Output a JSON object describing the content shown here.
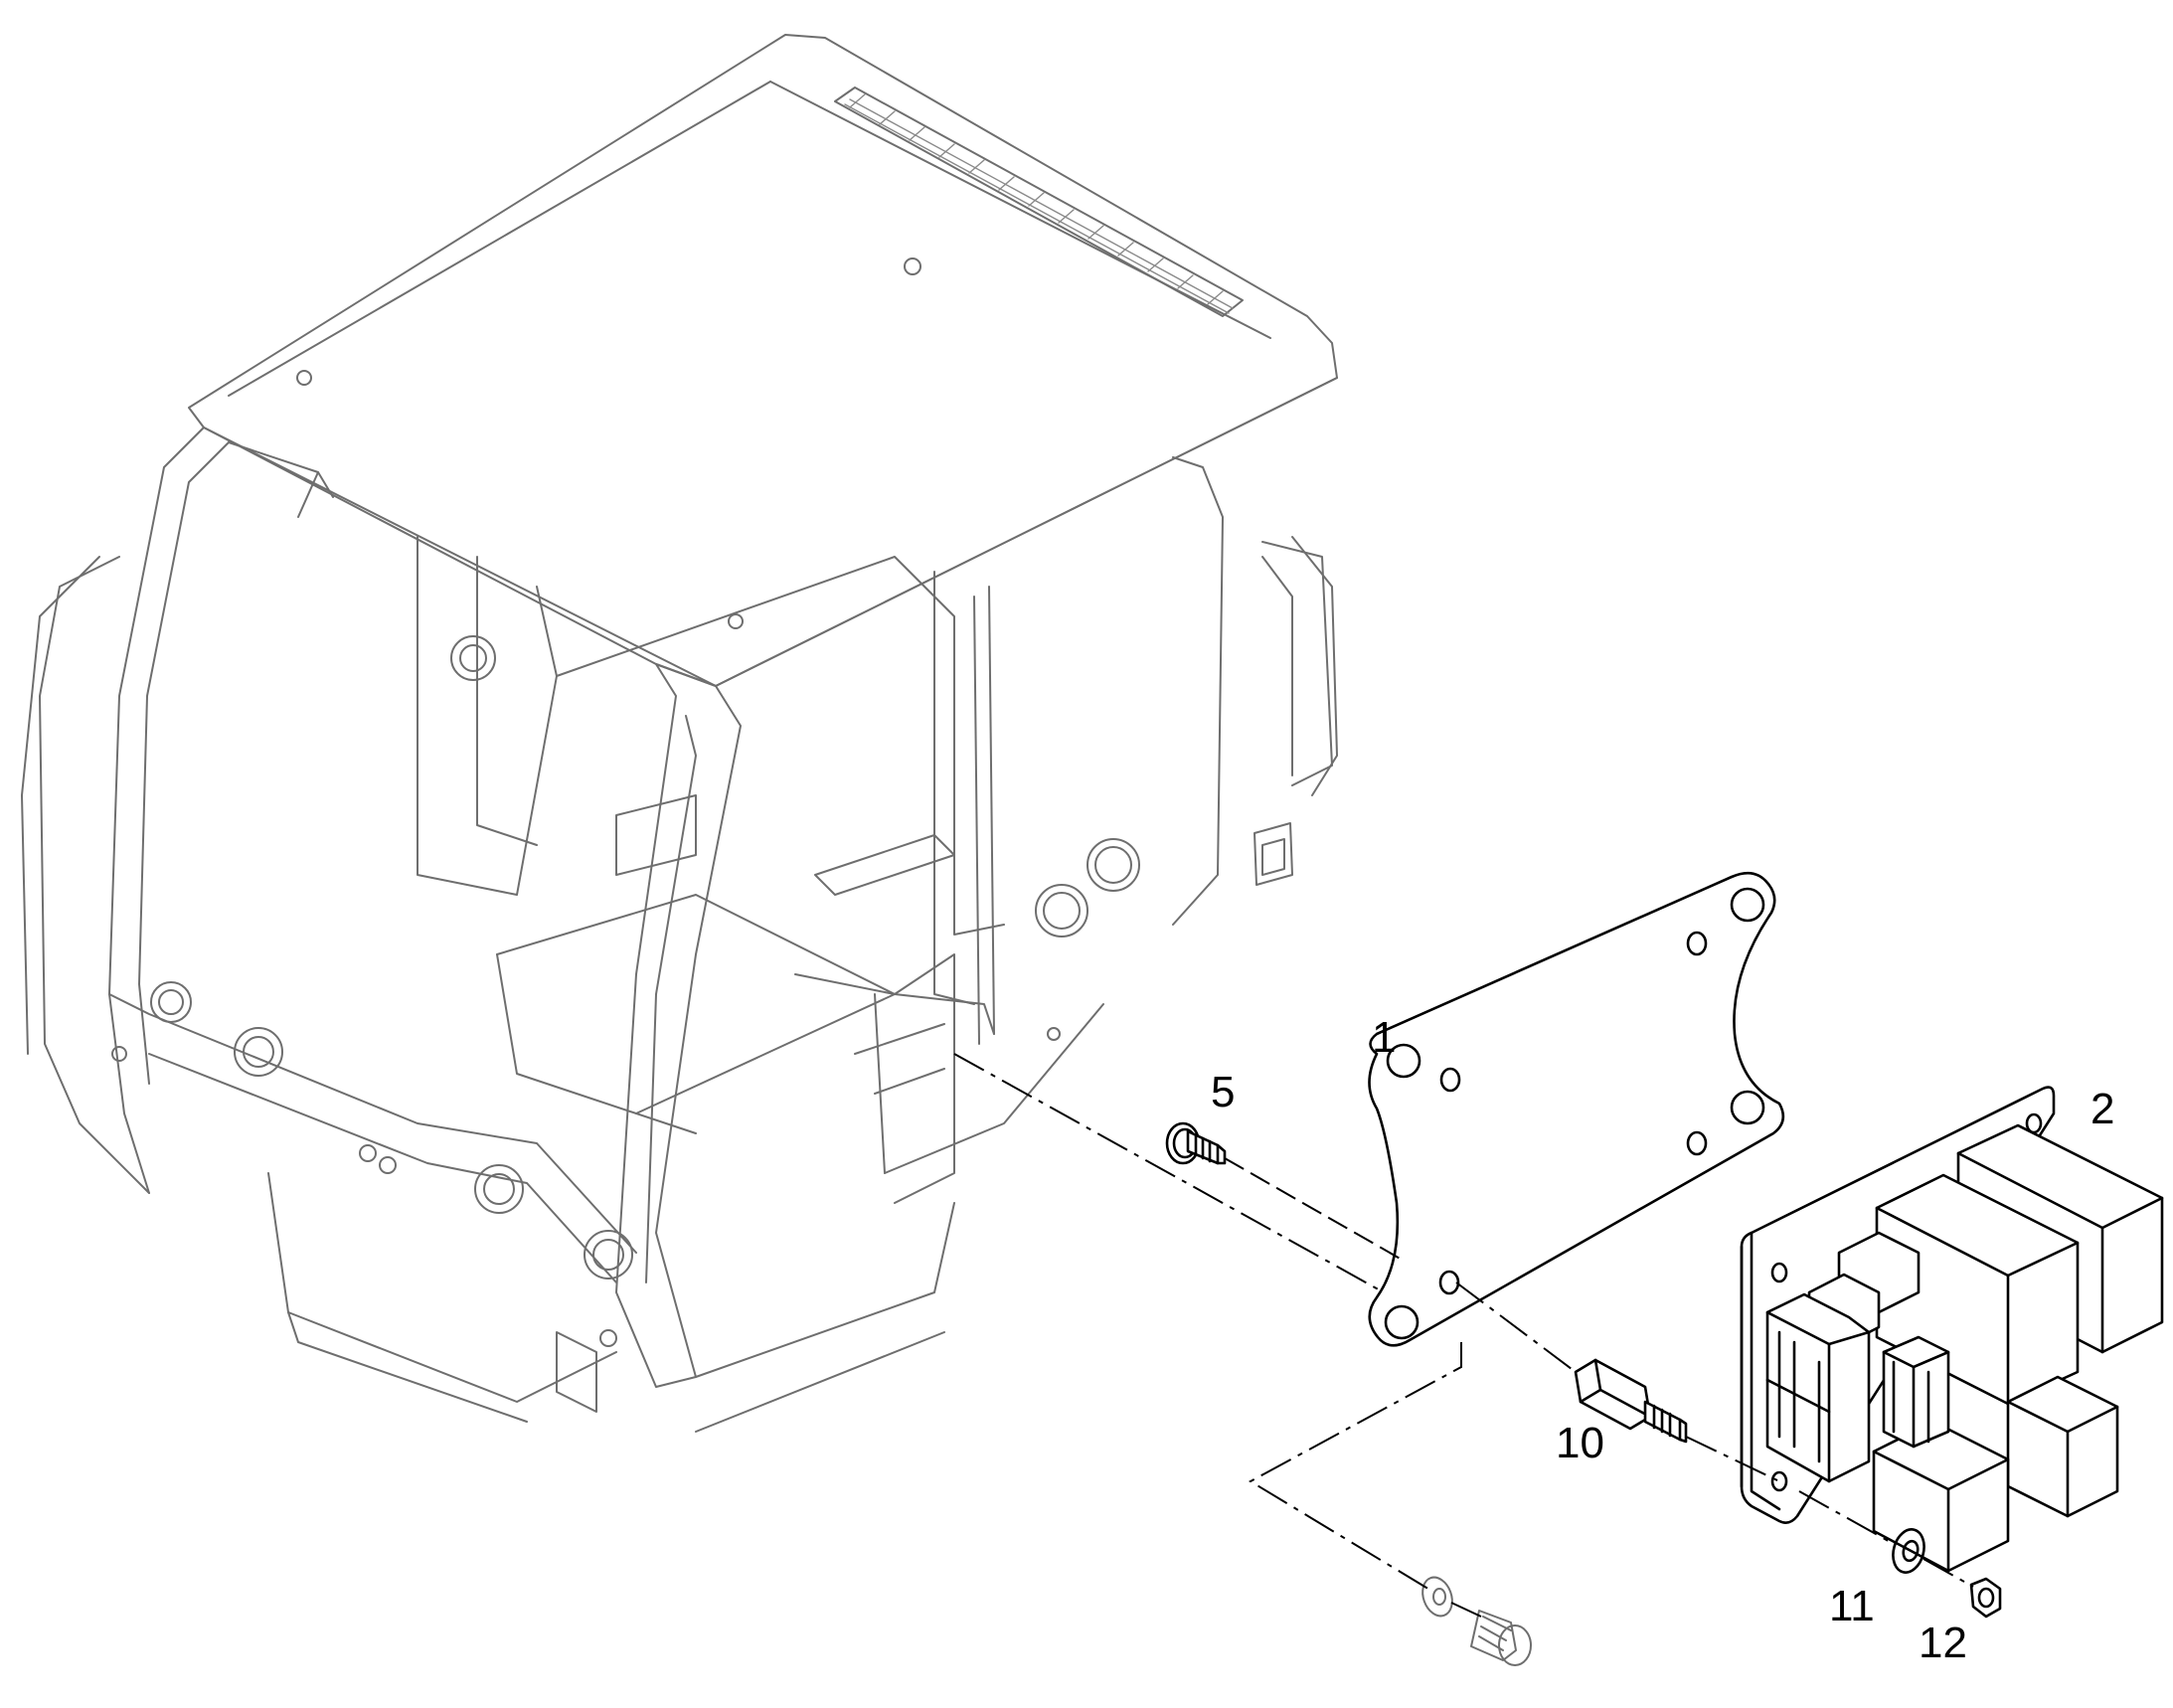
{
  "callouts": {
    "c1": "1",
    "c2": "2",
    "c5": "5",
    "c10": "10",
    "c11": "11",
    "c12": "12"
  },
  "colors": {
    "line": "#000000",
    "cab_line": "#6e6e6e",
    "background": "#ffffff"
  }
}
